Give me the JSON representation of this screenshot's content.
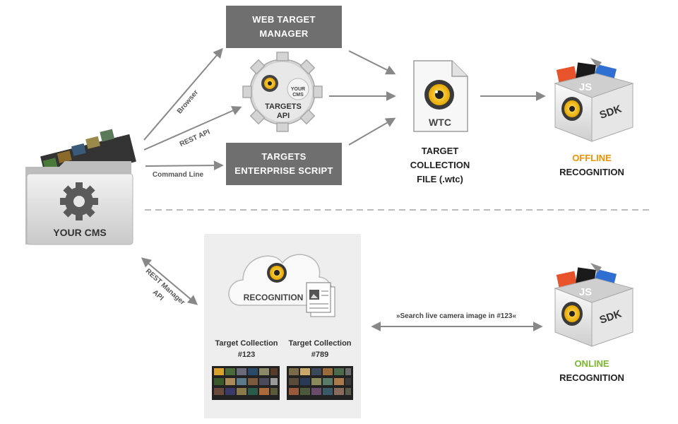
{
  "cms": {
    "label": "YOUR CMS"
  },
  "web_target_manager": {
    "line1": "WEB TARGET",
    "line2": "MANAGER"
  },
  "targets_api": {
    "line1": "TARGETS",
    "line2": "API",
    "badge_line1": "YOUR",
    "badge_line2": "CMS"
  },
  "enterprise_script": {
    "line1": "TARGETS",
    "line2": "ENTERPRISE SCRIPT"
  },
  "connections": {
    "browser": "Browser",
    "rest_api": "REST API",
    "command_line": "Command Line",
    "rest_manager_api_line1": "REST Manager",
    "rest_manager_api_line2": "API"
  },
  "wtc_file": {
    "icon_text": "WTC",
    "line1": "TARGET",
    "line2": "COLLECTION",
    "line3": "FILE (.wtc)"
  },
  "offline": {
    "status": "OFFLINE",
    "label": "RECOGNITION",
    "sdk_text": "SDK",
    "js_text": "JS"
  },
  "online": {
    "status": "ONLINE",
    "label": "RECOGNITION",
    "sdk_text": "SDK",
    "js_text": "JS"
  },
  "cloud": {
    "label": "RECOGNITION"
  },
  "collections": [
    {
      "name": "Target Collection",
      "id": "#123"
    },
    {
      "name": "Target Collection",
      "id": "#789"
    }
  ],
  "search_label": "»Search live camera image in #123«",
  "colors": {
    "box_gray": "#6f6f6f",
    "arrow_gray": "#888888",
    "offline_orange": "#f39200",
    "online_green": "#7cb92c",
    "cloud_panel": "#eeeeee",
    "lens_yellow": "#f5c400"
  }
}
